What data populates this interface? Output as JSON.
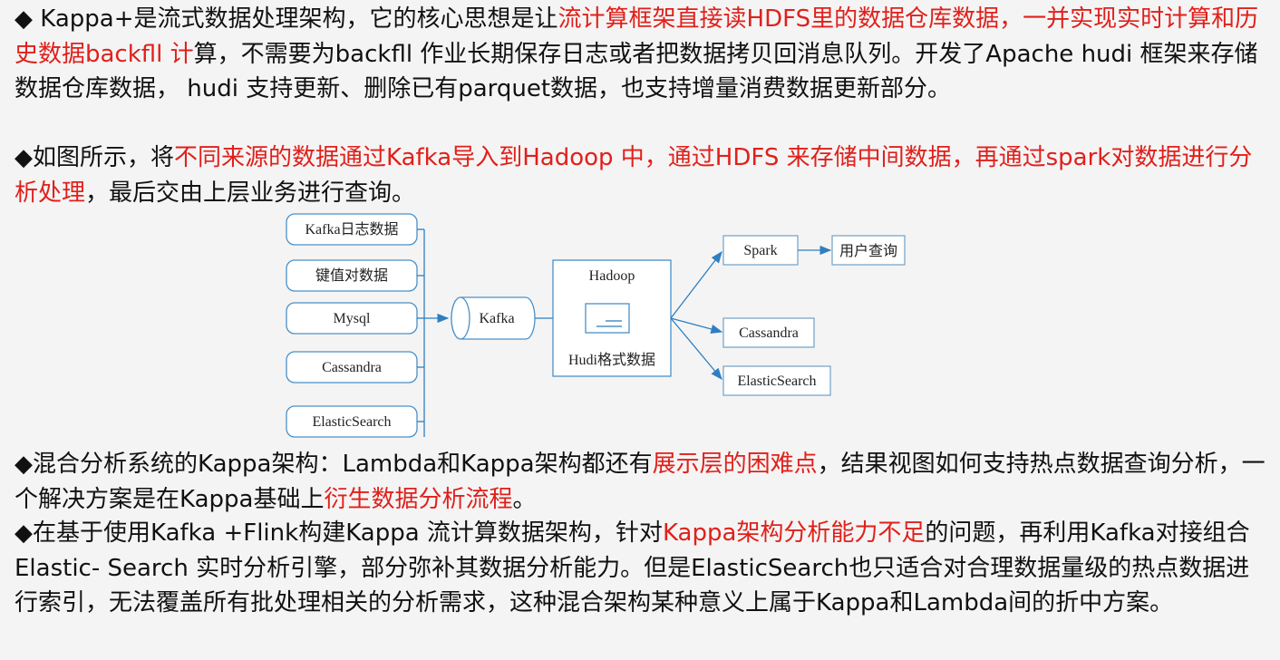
{
  "paragraphs": [
    {
      "id": "p1",
      "segments": [
        {
          "text": "◆ Kappa+是流式数据处理架构，它的核心思想是让",
          "red": false
        },
        {
          "text": "流计算框架直接读HDFS里的数据仓库数据，一并实现实时计算和历史数据backfll 计",
          "red": true
        },
        {
          "text": "算，不需要为backfll 作业长期保存日志或者把数据拷贝回消息队列。开发了Apache hudi 框架来存储数据仓库数据， hudi 支持更新、删除已有parquet数据，也支持增量消费数据更新部分。",
          "red": false
        }
      ]
    },
    {
      "id": "p2",
      "segments": [
        {
          "text": "◆如图所示，将",
          "red": false
        },
        {
          "text": "不同来源的数据通过Kafka导入到Hadoop 中，通过HDFS 来存储中间数据，再通过spark对数据进行分析处理",
          "red": true
        },
        {
          "text": "，最后交由上层业务进行查询。",
          "red": false
        }
      ]
    },
    {
      "id": "p3",
      "segments": [
        {
          "text": "◆混合分析系统的Kappa架构：Lambda和Kappa架构都还有",
          "red": false
        },
        {
          "text": "展示层的困难点",
          "red": true
        },
        {
          "text": "，结果视图如何支持热点数据查询分析，一个解决方案是在Kappa基础上",
          "red": false
        },
        {
          "text": "衍生数据分析流程",
          "red": true
        },
        {
          "text": "。",
          "red": false
        }
      ]
    },
    {
      "id": "p4",
      "segments": [
        {
          "text": "◆在基于使用Kafka +Flink构建Kappa 流计算数据架构，针对",
          "red": false
        },
        {
          "text": "Kappa架构分析能力不足",
          "red": true
        },
        {
          "text": "的问题，再利用Kafka对接组合Elastic- Search 实时分析引擎，部分弥补其数据分析能力。但是ElasticSearch也只适合对合理数据量级的热点数据进行索引，无法覆盖所有批处理相关的分析需求，这种混合架构某种意义上属于Kappa和Lambda间的折中方案。",
          "red": false
        }
      ]
    }
  ],
  "diagram": {
    "sources": [
      "Kafka日志数据",
      "键值对数据",
      "Mysql",
      "Cassandra",
      "ElasticSearch"
    ],
    "kafka_label": "Kafka",
    "hadoop_title": "Hadoop",
    "hadoop_caption": "Hudi格式数据",
    "targets": [
      "Spark",
      "Cassandra",
      "ElasticSearch"
    ],
    "spark_output": "用户查询"
  },
  "colors": {
    "accent_red": "#e0201b",
    "line_blue": "#2e7fc1"
  }
}
